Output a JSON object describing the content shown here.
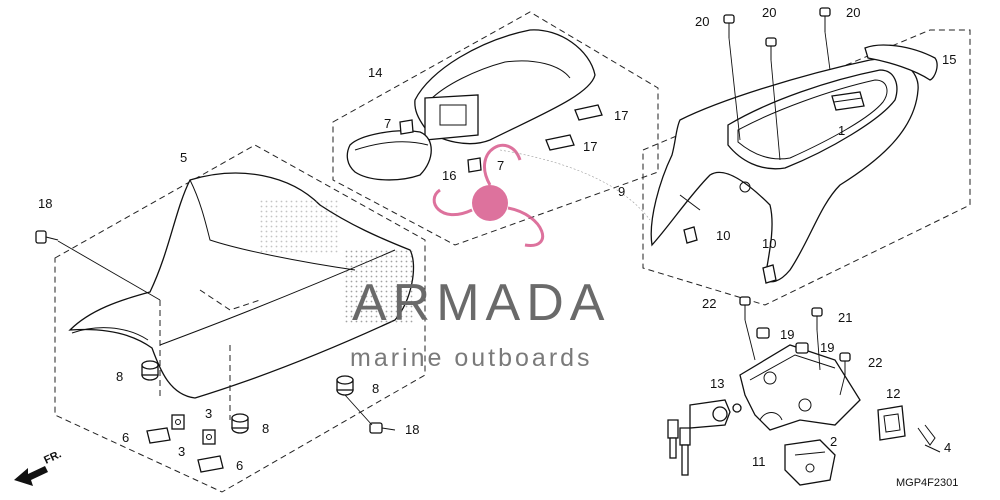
{
  "diagram": {
    "code": "MGP4F2301",
    "front_label": "FR.",
    "watermark": {
      "title": "ARMADA",
      "subtitle": "marine outboards"
    },
    "callouts": [
      {
        "id": "c1",
        "text": "1"
      },
      {
        "id": "c2",
        "text": "2"
      },
      {
        "id": "c3a",
        "text": "3"
      },
      {
        "id": "c3b",
        "text": "3"
      },
      {
        "id": "c4",
        "text": "4"
      },
      {
        "id": "c5",
        "text": "5"
      },
      {
        "id": "c6a",
        "text": "6"
      },
      {
        "id": "c6b",
        "text": "6"
      },
      {
        "id": "c7a",
        "text": "7"
      },
      {
        "id": "c7b",
        "text": "7"
      },
      {
        "id": "c8a",
        "text": "8"
      },
      {
        "id": "c8b",
        "text": "8"
      },
      {
        "id": "c8c",
        "text": "8"
      },
      {
        "id": "c9",
        "text": "9"
      },
      {
        "id": "c10a",
        "text": "10"
      },
      {
        "id": "c10b",
        "text": "10"
      },
      {
        "id": "c11",
        "text": "11"
      },
      {
        "id": "c12",
        "text": "12"
      },
      {
        "id": "c13",
        "text": "13"
      },
      {
        "id": "c14",
        "text": "14"
      },
      {
        "id": "c15",
        "text": "15"
      },
      {
        "id": "c16",
        "text": "16"
      },
      {
        "id": "c17a",
        "text": "17"
      },
      {
        "id": "c17b",
        "text": "17"
      },
      {
        "id": "c18a",
        "text": "18"
      },
      {
        "id": "c18b",
        "text": "18"
      },
      {
        "id": "c19a",
        "text": "19"
      },
      {
        "id": "c19b",
        "text": "19"
      },
      {
        "id": "c20a",
        "text": "20"
      },
      {
        "id": "c20b",
        "text": "20"
      },
      {
        "id": "c20c",
        "text": "20"
      },
      {
        "id": "c21",
        "text": "21"
      },
      {
        "id": "c22a",
        "text": "22"
      },
      {
        "id": "c22b",
        "text": "22"
      }
    ]
  }
}
